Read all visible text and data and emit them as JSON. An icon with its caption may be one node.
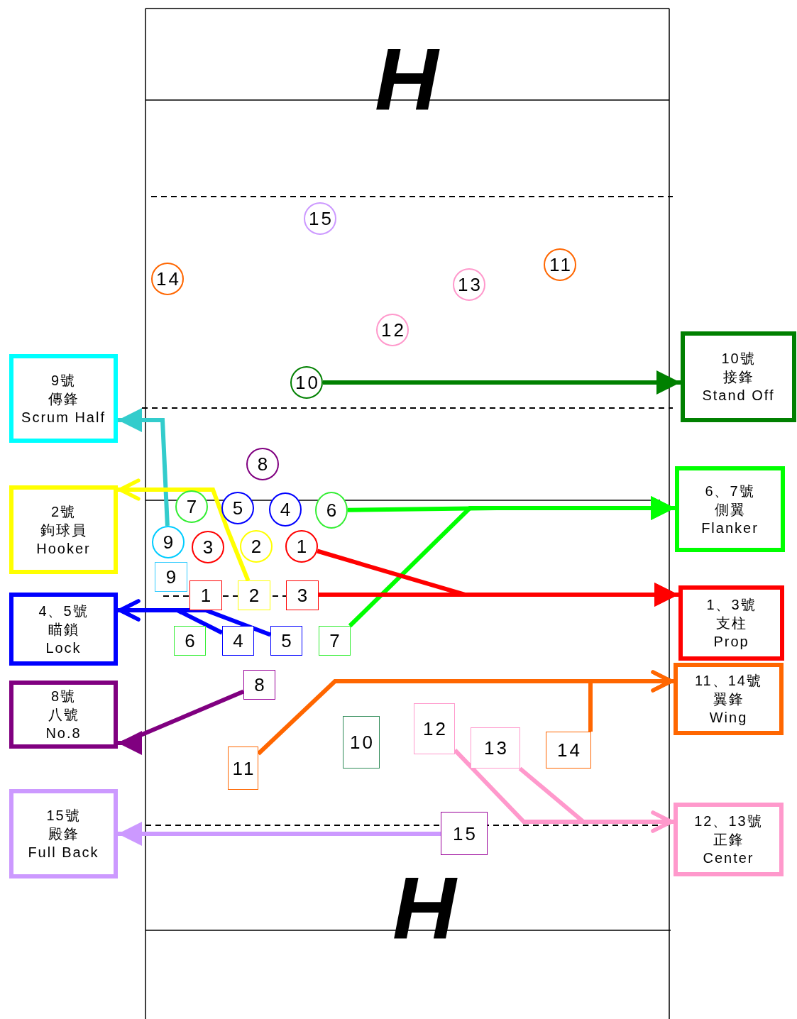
{
  "diagram": {
    "nodes": [
      {
        "text": [
          "15"
        ]
      },
      {
        "text": [
          "14"
        ]
      },
      {
        "text": [
          "11"
        ]
      },
      {
        "text": [
          "13"
        ]
      },
      {
        "text": [
          "12"
        ]
      },
      {
        "text": [
          "10"
        ]
      },
      {
        "text": [
          "8"
        ]
      },
      {
        "text": [
          "7"
        ]
      },
      {
        "text": [
          "5"
        ]
      },
      {
        "text": [
          "4"
        ]
      },
      {
        "text": [
          "6"
        ]
      },
      {
        "text": [
          "9"
        ]
      },
      {
        "text": [
          "3"
        ]
      },
      {
        "text": [
          "2"
        ]
      },
      {
        "text": [
          "1"
        ]
      },
      {
        "text": [
          "9"
        ]
      },
      {
        "text": [
          "1"
        ]
      },
      {
        "text": [
          "2"
        ]
      },
      {
        "text": [
          "3"
        ]
      },
      {
        "text": [
          "6"
        ]
      },
      {
        "text": [
          "4"
        ]
      },
      {
        "text": [
          "5"
        ]
      },
      {
        "text": [
          "7"
        ]
      },
      {
        "text": [
          "8"
        ]
      },
      {
        "text": [
          "10"
        ]
      },
      {
        "text": [
          "12"
        ]
      },
      {
        "text": [
          "11"
        ]
      },
      {
        "text": [
          "13"
        ]
      },
      {
        "text": [
          "14"
        ]
      },
      {
        "text": [
          "15"
        ]
      },
      {
        "text": [
          "9號",
          "傳鋒",
          "Scrum Half"
        ]
      },
      {
        "text": [
          "2號",
          "鉤球員",
          "Hooker"
        ]
      },
      {
        "text": [
          "4、5號",
          "瞄鎖",
          "Lock"
        ]
      },
      {
        "text": [
          "8號",
          "八號",
          "No.8"
        ]
      },
      {
        "text": [
          "15號",
          "殿鋒",
          "Full Back"
        ]
      },
      {
        "text": [
          "10號",
          "接鋒",
          "Stand Off"
        ]
      },
      {
        "text": [
          "6、7號",
          "側翼",
          "Flanker"
        ]
      },
      {
        "text": [
          "1、3號",
          "支柱",
          "Prop"
        ]
      },
      {
        "text": [
          "11、14號",
          "翼鋒",
          "Wing"
        ]
      },
      {
        "text": [
          "12、13號",
          "正鋒",
          "Center"
        ]
      }
    ],
    "edges": [
      {
        "from": 11,
        "to": 30,
        "arrow": "to",
        "color": "#33cccc"
      },
      {
        "from": 17,
        "to": 31,
        "arrow": "to",
        "color": "#ffff00"
      },
      {
        "from": 20,
        "to": 32,
        "arrow": "to",
        "color": "#0000ff"
      },
      {
        "from": 21,
        "to": 32,
        "arrow": "to",
        "color": "#0000ff"
      },
      {
        "from": 23,
        "to": 33,
        "arrow": "to",
        "color": "#800080"
      },
      {
        "from": 29,
        "to": 34,
        "arrow": "to",
        "color": "#cc99ff"
      },
      {
        "from": 5,
        "to": 35,
        "arrow": "to",
        "color": "#008000"
      },
      {
        "from": 10,
        "to": 36,
        "arrow": "to",
        "color": "#00ff00"
      },
      {
        "from": 22,
        "to": 36,
        "arrow": "to",
        "color": "#00ff00"
      },
      {
        "from": 14,
        "to": 37,
        "arrow": "to",
        "color": "#ff0000"
      },
      {
        "from": 18,
        "to": 37,
        "arrow": "to",
        "color": "#ff0000"
      },
      {
        "from": 26,
        "to": 38,
        "arrow": "to",
        "color": "#ff6600"
      },
      {
        "from": 28,
        "to": 38,
        "arrow": "to",
        "color": "#ff6600"
      },
      {
        "from": 25,
        "to": 39,
        "arrow": "to",
        "color": "#ff99cc"
      },
      {
        "from": 27,
        "to": 39,
        "arrow": "to",
        "color": "#ff99cc"
      }
    ],
    "labels": [
      "H",
      "H"
    ]
  }
}
